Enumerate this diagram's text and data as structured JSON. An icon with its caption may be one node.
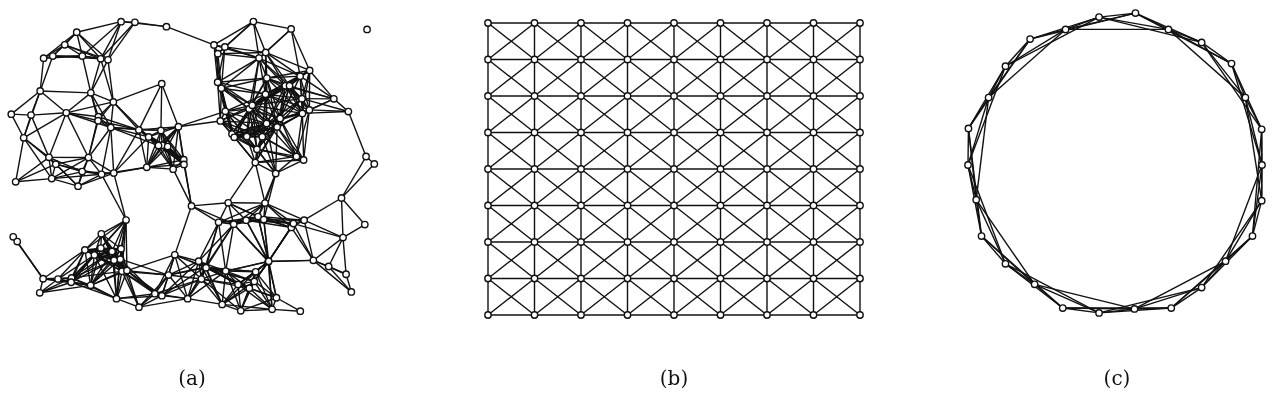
{
  "diagram": {
    "labels": [
      "(a)",
      "(b)",
      "(c)"
    ]
  }
}
